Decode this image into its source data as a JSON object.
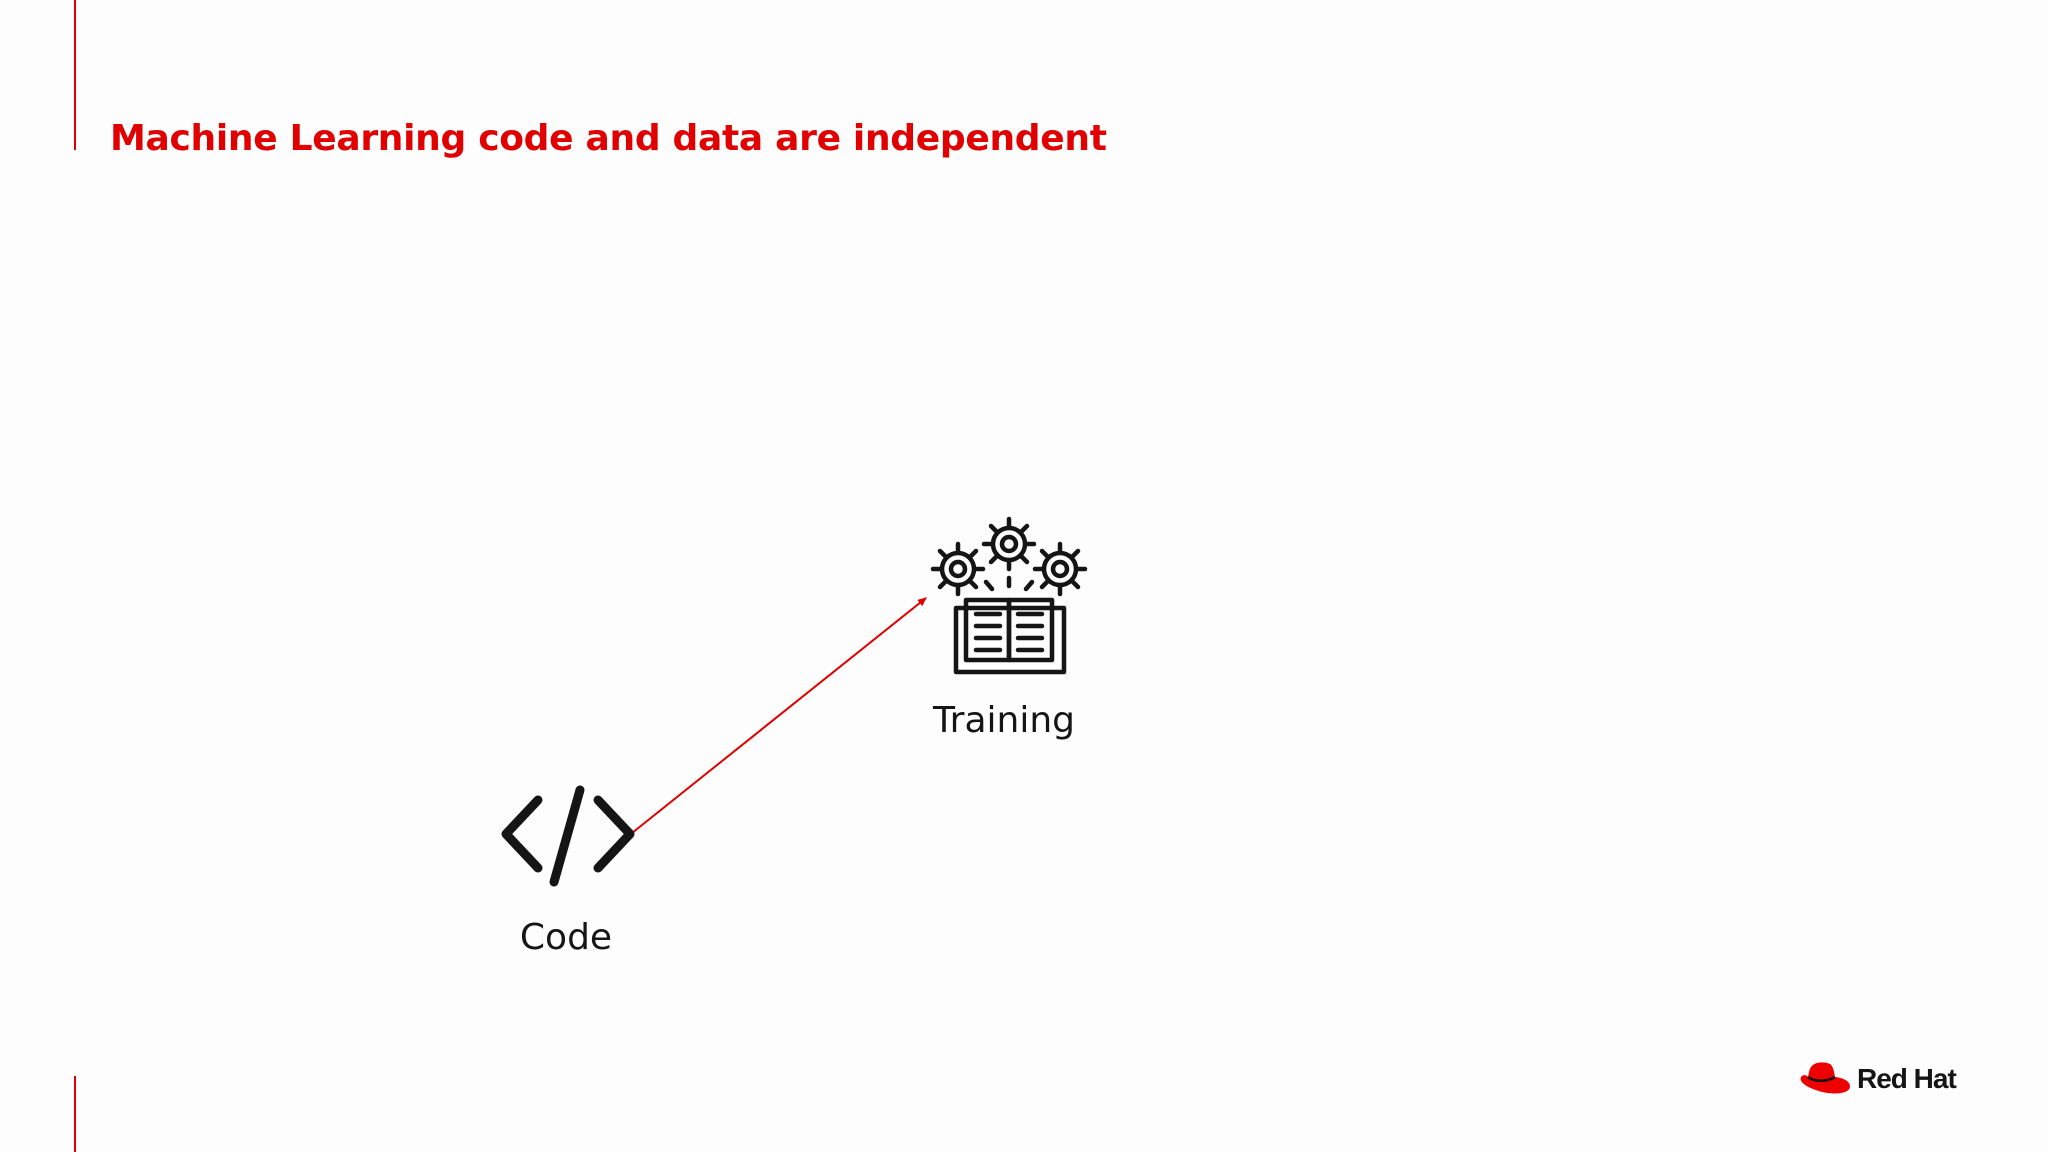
{
  "slide": {
    "title": "Machine Learning code and data are independent"
  },
  "diagram": {
    "nodes": [
      {
        "id": "training",
        "label": "Training",
        "icon": "gears-book-icon"
      },
      {
        "id": "code",
        "label": "Code",
        "icon": "code-brackets-icon"
      }
    ],
    "edges": [
      {
        "from": "code",
        "to": "training"
      }
    ]
  },
  "footer": {
    "logo_text": "Red Hat",
    "logo_icon": "red-hat-fedora-icon"
  },
  "colors": {
    "accent": "#e00000",
    "text": "#151515",
    "background": "#fdfdfd"
  }
}
